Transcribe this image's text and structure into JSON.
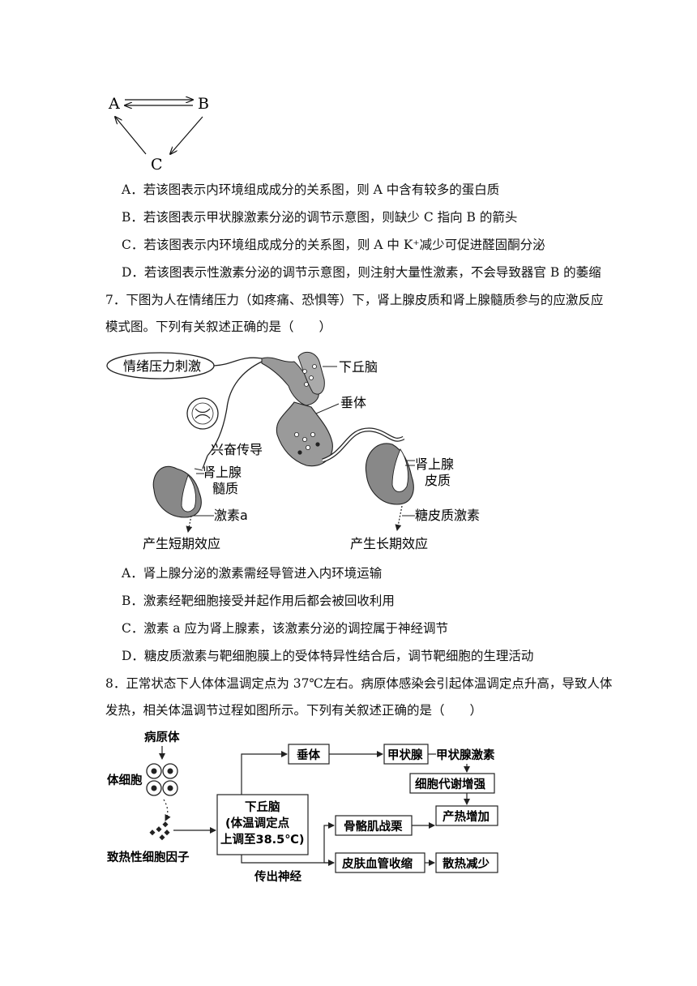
{
  "tri": {
    "a": "A",
    "b": "B",
    "c": "C"
  },
  "q6": {
    "options": [
      "A．若该图表示内环境组成成分的关系图，则 A 中含有较多的蛋白质",
      "B．若该图表示甲状腺激素分泌的调节示意图，则缺少 C 指向 B 的箭头",
      "C．若该图表示内环境组成成分的关系图，则 A 中 K⁺减少可促进醛固酮分泌",
      "D．若该图表示性激素分泌的调节示意图，则注射大量性激素，不会导致器官 B 的萎缩"
    ]
  },
  "q7": {
    "stem1": "7．下图为人在情绪压力（如疼痛、恐惧等）下，肾上腺皮质和肾上腺髓质参与的应激反应",
    "stem2": "模式图。下列有关叙述正确的是（　　）",
    "fig": {
      "stimulus": "情绪压力刺激",
      "hypothalamus": "下丘脑",
      "pituitary": "垂体",
      "excitation": "兴奋传导",
      "medulla": "肾上腺\n髓质",
      "medulla_l1": "肾上腺",
      "medulla_l2": "髓质",
      "cortex_l1": "肾上腺",
      "cortex_l2": "皮质",
      "hormone_a": "激素a",
      "glucocorticoid": "糖皮质激素",
      "short_effect": "产生短期效应",
      "long_effect": "产生长期效应"
    },
    "options": [
      "A．肾上腺分泌的激素需经导管进入内环境运输",
      "B．激素经靶细胞接受并起作用后都会被回收利用",
      "C．激素 a 应为肾上腺素，该激素分泌的调控属于神经调节",
      "D．糖皮质激素与靶细胞膜上的受体特异性结合后，调节靶细胞的生理活动"
    ]
  },
  "q8": {
    "stem1": "8．正常状态下人体体温调定点为 37℃左右。病原体感染会引起体温调定点升高，导致人体",
    "stem2": "发热，相关体温调节过程如图所示。下列有关叙述正确的是（　　）",
    "fig": {
      "pathogen": "病原体",
      "body_cell": "体细胞",
      "pyrogen": "致热性细胞因子",
      "hypo_l1": "下丘脑",
      "hypo_l2": "(体温调定点",
      "hypo_l3": "上调至38.5℃)",
      "pituitary": "垂体",
      "thyroid": "甲状腺",
      "thyroid_hormone": "甲状腺激素",
      "metabolism": "细胞代谢增强",
      "shiver": "骨骼肌战栗",
      "heat_up": "产热增加",
      "vaso": "皮肤血管收缩",
      "heat_down": "散热减少",
      "efferent": "传出神经"
    }
  }
}
